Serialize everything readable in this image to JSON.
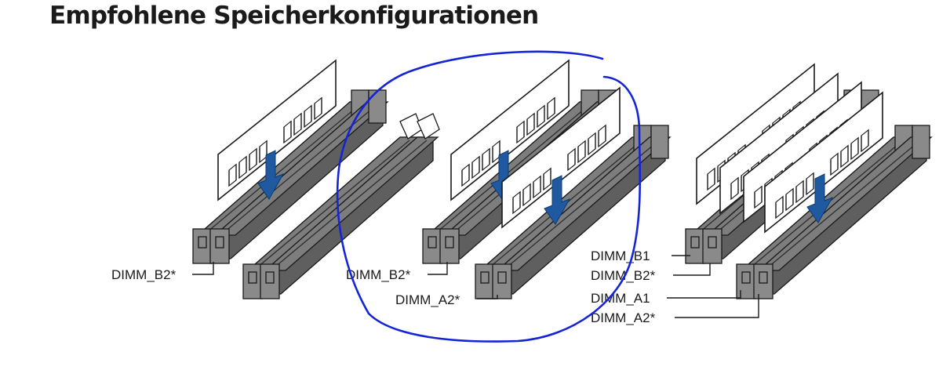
{
  "title": "Empfohlene Speicherkonfigurationen",
  "colors": {
    "arrow": "#1f5aa0",
    "annotation": "#1424d6",
    "slot": "#7d7d7d"
  },
  "configs": [
    {
      "labels": [
        "DIMM_B2*"
      ]
    },
    {
      "labels": [
        "DIMM_B2*",
        "DIMM_A2*"
      ]
    },
    {
      "labels": [
        "DIMM_B1",
        "DIMM_B2*",
        "DIMM_A1",
        "DIMM_A2*"
      ]
    }
  ]
}
